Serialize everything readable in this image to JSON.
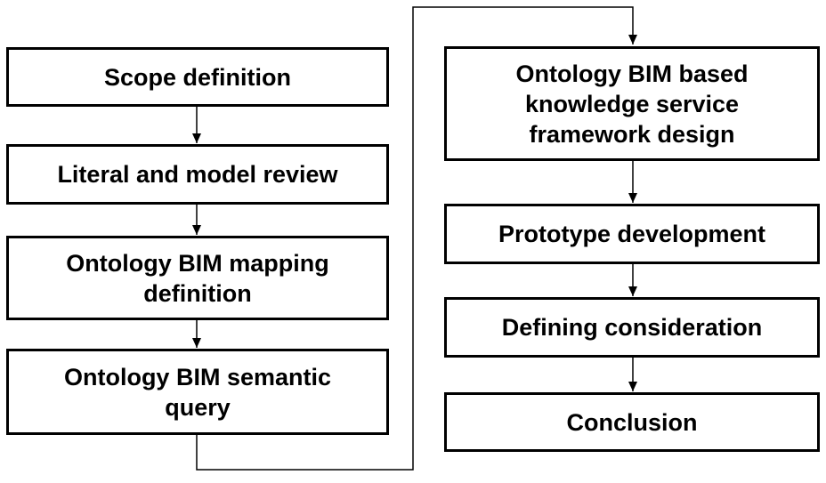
{
  "steps": [
    "Scope definition",
    "Literal and model review",
    "Ontology BIM mapping definition",
    "Ontology BIM semantic query",
    "Ontology BIM based knowledge service framework design",
    "Prototype development",
    "Defining consideration",
    "Conclusion"
  ]
}
